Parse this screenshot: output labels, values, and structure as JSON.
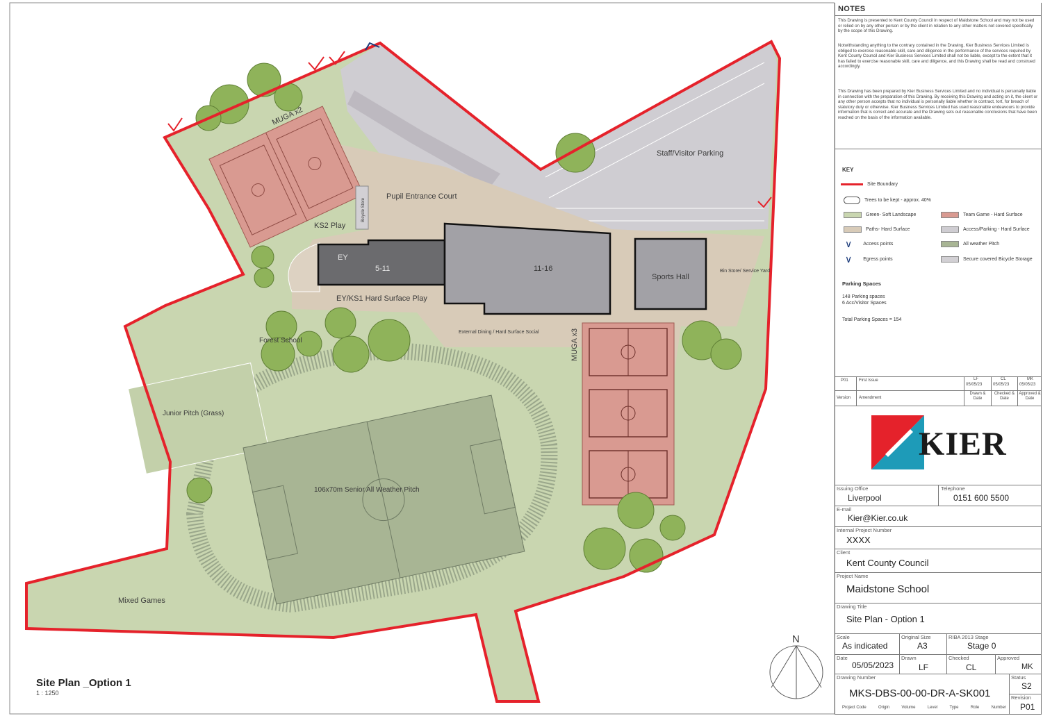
{
  "plan": {
    "title": "Site Plan _Option 1",
    "scale": "1 : 1250",
    "north": "N",
    "labels": {
      "muga2": "MUGA x2",
      "muga3": "MUGA x3",
      "staff_parking": "Staff/Visitor Parking",
      "pupil_court": "Pupil Entrance Court",
      "ks2": "KS2 Play",
      "bike": "Bicycle Store",
      "ey": "EY",
      "b511": "5-11",
      "b1116": "11-16",
      "sports": "Sports Hall",
      "bin": "Bin Store/ Service Yard",
      "eyks1": "EY/KS1 Hard Surface Play",
      "dining": "External Dining / Hard Surface Social",
      "forest": "Forest School",
      "junior": "Junior Pitch (Grass)",
      "senior": "106x70m Senior All Weather Pitch",
      "mixed": "Mixed Games"
    }
  },
  "notes": {
    "heading": "NOTES",
    "p1": "This Drawing is presented to Kent County Council in respect of Maidstone School and may not be used or relied on by any other person or by the client in relation to any other matters not covered specifically by the scope of this Drawing.",
    "p2": "Notwithstanding anything to the contrary contained in the Drawing, Kier Business Services Limited is obliged to exercise reasonable skill, care and diligence in the performance of the services required by Kent County Council and Kier Business Services Limited shall not be liable, except to the extent that it has failed to exercise reasonable skill, care and diligence, and this Drawing shall be read and construed accordingly.",
    "p3": "This Drawing has been prepared by Kier Business Services Limited and no individual is personally liable in connection with the preparation of this Drawing. By receiving this Drawing and acting on it, the client or any other person accepts that no individual is personally liable whether in contract, tort, for breach of statutory duty or otherwise. Kier Business Services Limited has used reasonable endeavours to provide information that is correct and accurate and the Drawing sets out reasonable conclusions that have been reached on the basis of the information available."
  },
  "key": {
    "heading": "KEY",
    "site_boundary": "Site Boundary",
    "trees": "Trees to be kept - approx. 40%",
    "green_soft": "Green- Soft Landscape",
    "paths": "Paths- Hard Surface",
    "access": "Access points",
    "egress": "Egress points",
    "team_game": "Team Game - Hard Surface",
    "access_parking": "Access/Parking - Hard Surface",
    "all_weather": "All weather Pitch",
    "bicycle": "Secure covered Bicycle Storage",
    "colors": {
      "boundary": "#e5222b",
      "green": "#c9d6b0",
      "path": "#d8cbb8",
      "team": "#d99a91",
      "parking": "#cfcdd2",
      "allweather": "#a8b594",
      "bike": "#d2d0d4"
    }
  },
  "parking": {
    "heading": "Parking Spaces",
    "line1": "148 Parking spaces",
    "line2": "6 Acc/Visitor Spaces",
    "total": "Total Parking Spaces = 154"
  },
  "revision": {
    "version": "P01",
    "amendment": "First Issue",
    "drawn": "LF",
    "drawn_date": "05/05/23",
    "checked": "CL",
    "checked_date": "05/05/23",
    "approved": "MK",
    "approved_date": "05/05/23",
    "h_version": "Version",
    "h_amendment": "Amendment",
    "h_drawn": "Drawn & Date",
    "h_checked": "Checked & Date",
    "h_approved": "Approved & Date"
  },
  "logo": {
    "text": "KIER"
  },
  "info": {
    "issuing_office_label": "Issuing Office",
    "issuing_office": "Liverpool",
    "telephone_label": "Telephone",
    "telephone": "0151 600 5500",
    "email_label": "E-mail",
    "email": "Kier@Kier.co.uk",
    "ipn_label": "Internal Project Number",
    "ipn": "XXXX",
    "client_label": "Client",
    "client": "Kent County Council",
    "project_label": "Project Name",
    "project": "Maidstone School",
    "drawing_title_label": "Drawing Title",
    "drawing_title": "Site Plan - Option 1",
    "scale_label": "Scale",
    "scale": "As indicated",
    "orig_size_label": "Original Size",
    "orig_size": "A3",
    "riba_label": "RIBA 2013 Stage",
    "riba": "Stage 0",
    "date_label": "Date",
    "date": "05/05/2023",
    "drawn_label": "Drawn",
    "drawn": "LF",
    "checked_label": "Checked",
    "checked": "CL",
    "approved_label": "Approved",
    "approved": "MK",
    "drawing_number_label": "Drawing Number",
    "drawing_number": "MKS-DBS-00-00-DR-A-SK001",
    "status_label": "Status",
    "status": "S2",
    "revision_label": "Revision",
    "revision": "P01",
    "dn_parts": [
      "Project Code",
      "Origin",
      "Volume",
      "Level",
      "Type",
      "Role",
      "Number"
    ]
  }
}
